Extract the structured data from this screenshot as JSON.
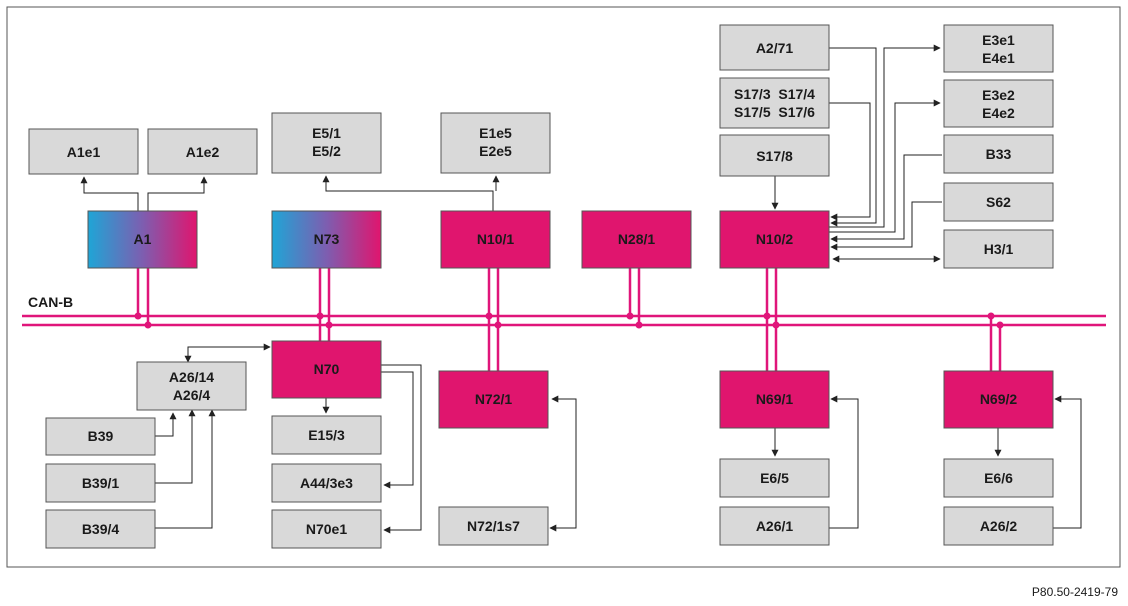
{
  "bus_label": "CAN-B",
  "reference": "P80.50-2419-79",
  "colors": {
    "module": "#e0156e",
    "component": "#d9d9d9",
    "bus": "#e0157a",
    "gradient_start": "#1fa5d6",
    "gradient_end": "#e0156e"
  },
  "modules": {
    "A1": "A1",
    "N73": "N73",
    "N10_1": "N10/1",
    "N28_1": "N28/1",
    "N10_2": "N10/2",
    "N70": "N70",
    "N72_1": "N72/1",
    "N69_1": "N69/1",
    "N69_2": "N69/2"
  },
  "components": {
    "A1e1": [
      "A1e1"
    ],
    "A1e2": [
      "A1e2"
    ],
    "E5": [
      "E5/1",
      "E5/2"
    ],
    "E1e5": [
      "E1e5",
      "E2e5"
    ],
    "A2_71": [
      "A2/71"
    ],
    "S17a": [
      "S17/3  S17/4",
      "S17/5  S17/6"
    ],
    "S17_8": [
      "S17/8"
    ],
    "E3e1": [
      "E3e1",
      "E4e1"
    ],
    "E3e2": [
      "E3e2",
      "E4e2"
    ],
    "B33": [
      "B33"
    ],
    "S62": [
      "S62"
    ],
    "H3_1": [
      "H3/1"
    ],
    "A26_14": [
      "A26/14",
      "A26/4"
    ],
    "B39": [
      "B39"
    ],
    "B39_1": [
      "B39/1"
    ],
    "B39_4": [
      "B39/4"
    ],
    "E15_3": [
      "E15/3"
    ],
    "A44": [
      "A44/3e3"
    ],
    "N70e1": [
      "N70e1"
    ],
    "N72_1s7": [
      "N72/1s7"
    ],
    "E6_5": [
      "E6/5"
    ],
    "A26_1": [
      "A26/1"
    ],
    "E6_6": [
      "E6/6"
    ],
    "A26_2": [
      "A26/2"
    ]
  }
}
